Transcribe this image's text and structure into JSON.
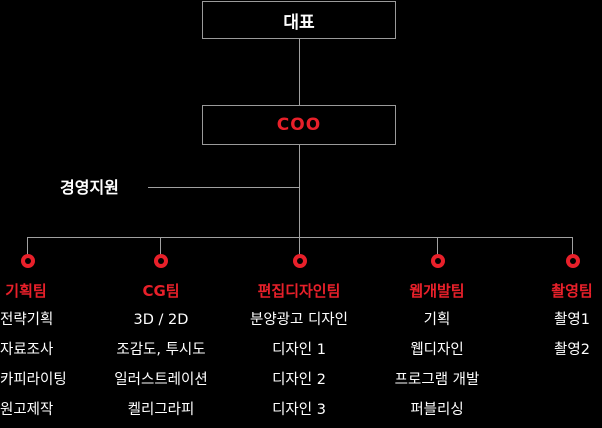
{
  "ceo": {
    "label": "대표"
  },
  "coo": {
    "label": "COO"
  },
  "support": {
    "label": "경영지원"
  },
  "teams": [
    {
      "name": "기획팀",
      "items": [
        "전략기획",
        "자료조사",
        "카피라이팅",
        "원고제작"
      ]
    },
    {
      "name": "CG팀",
      "items": [
        "3D / 2D",
        "조감도, 투시도",
        "일러스트레이션",
        "켈리그라피"
      ]
    },
    {
      "name": "편집디자인팀",
      "items": [
        "분양광고 디자인",
        "디자인 1",
        "디자인 2",
        "디자인 3"
      ]
    },
    {
      "name": "웹개발팀",
      "items": [
        "기획",
        "웹디자인",
        "프로그램 개발",
        "퍼블리싱"
      ]
    },
    {
      "name": "촬영팀",
      "items": [
        "촬영1",
        "촬영2"
      ]
    }
  ],
  "colors": {
    "accent": "#e8202a",
    "line": "#a0a0a0",
    "background": "#000000"
  }
}
